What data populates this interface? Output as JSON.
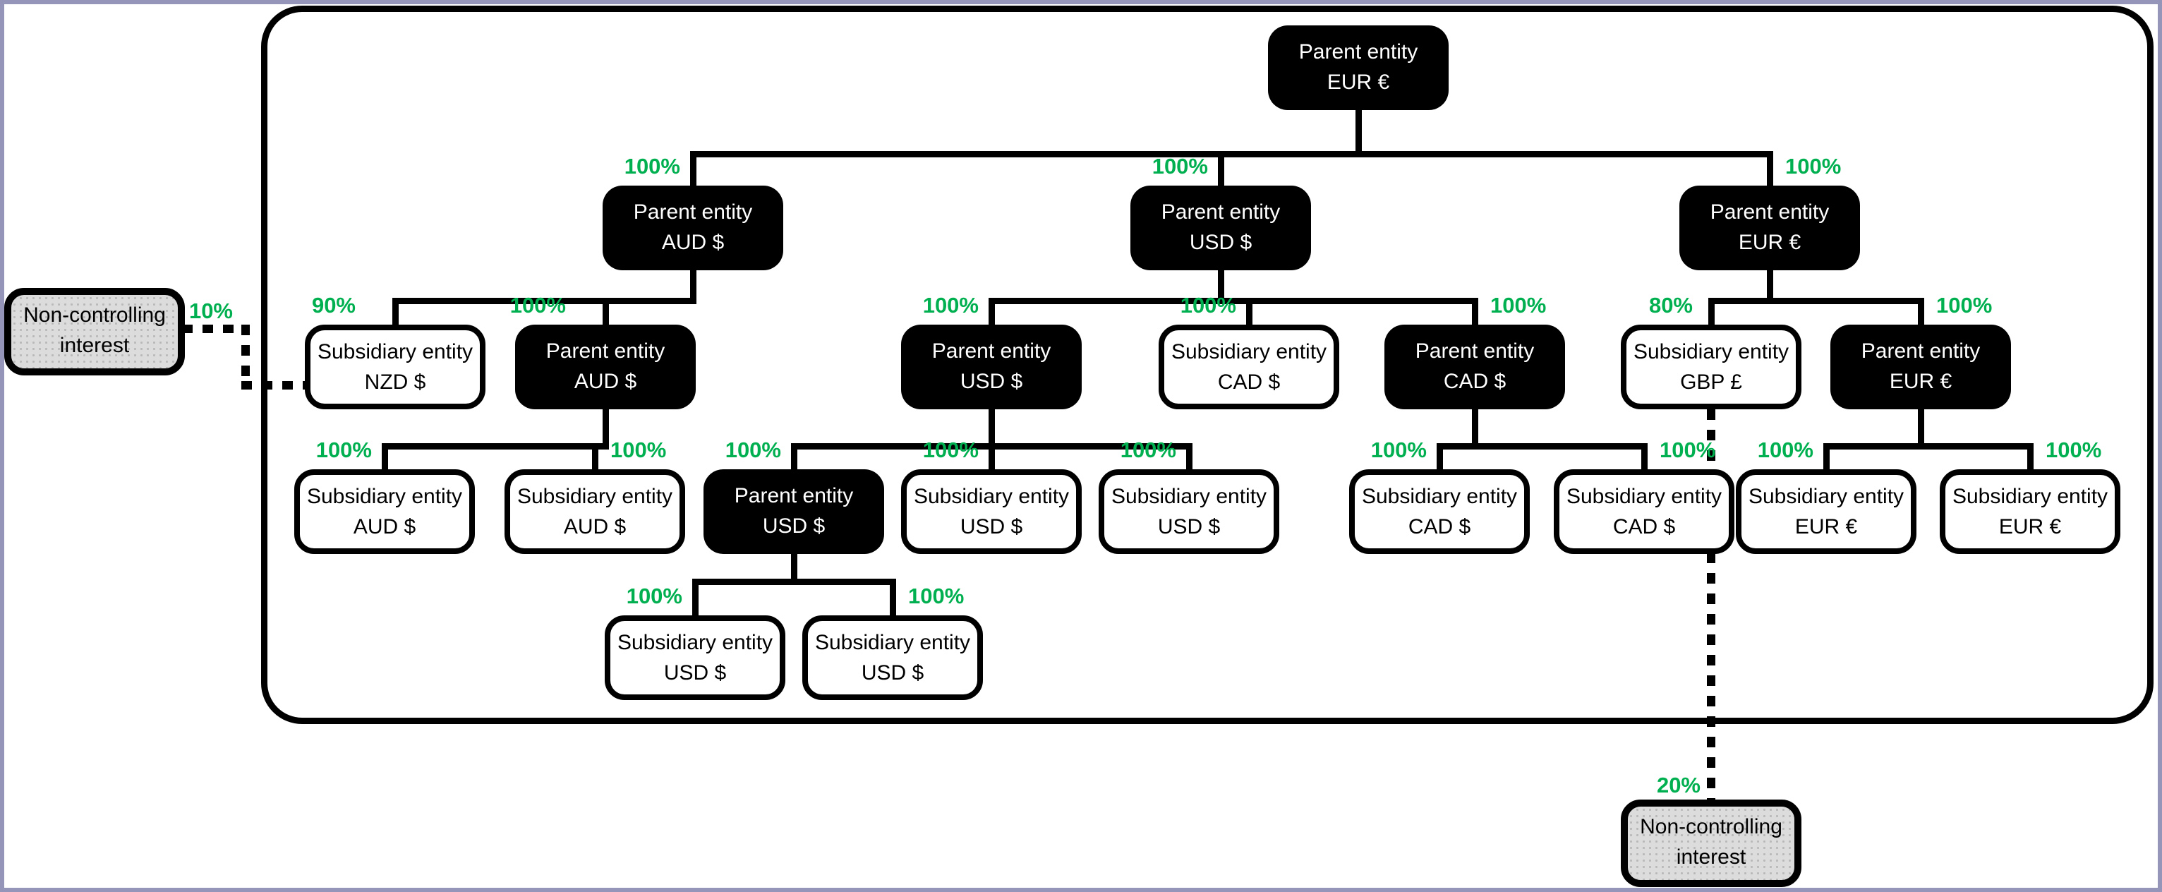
{
  "diagram": {
    "colors": {
      "percentage_green": "#00B050",
      "parent_box_fill": "#000000",
      "parent_box_text": "#FFFFFF",
      "subsidiary_box_fill": "#FFFFFF",
      "subsidiary_box_border": "#000000",
      "nci_box_fill": "#DCDCDC",
      "connector": "#000000",
      "page_edge": "#9595BA"
    },
    "nodes": [
      {
        "id": "root",
        "kind": "parent",
        "line1": "Parent entity",
        "line2": "EUR €"
      },
      {
        "id": "p_aud",
        "kind": "parent",
        "line1": "Parent entity",
        "line2": "AUD $",
        "pct": "100%"
      },
      {
        "id": "p_usd",
        "kind": "parent",
        "line1": "Parent entity",
        "line2": "USD $",
        "pct": "100%"
      },
      {
        "id": "p_eur",
        "kind": "parent",
        "line1": "Parent entity",
        "line2": "EUR €",
        "pct": "100%"
      },
      {
        "id": "s_nzd",
        "kind": "sub",
        "line1": "Subsidiary entity",
        "line2": "NZD $",
        "pct": "90%"
      },
      {
        "id": "p_aud2",
        "kind": "parent",
        "line1": "Parent entity",
        "line2": "AUD $",
        "pct": "100%"
      },
      {
        "id": "p_usd2",
        "kind": "parent",
        "line1": "Parent entity",
        "line2": "USD $",
        "pct": "100%"
      },
      {
        "id": "s_cad",
        "kind": "sub",
        "line1": "Subsidiary entity",
        "line2": "CAD $",
        "pct": "100%"
      },
      {
        "id": "p_cad2",
        "kind": "parent",
        "line1": "Parent entity",
        "line2": "CAD $",
        "pct": "100%"
      },
      {
        "id": "s_gbp",
        "kind": "sub",
        "line1": "Subsidiary entity",
        "line2": "GBP £",
        "pct": "80%"
      },
      {
        "id": "p_eur2",
        "kind": "parent",
        "line1": "Parent entity",
        "line2": "EUR €",
        "pct": "100%"
      },
      {
        "id": "s_aud_a",
        "kind": "sub",
        "line1": "Subsidiary entity",
        "line2": "AUD $",
        "pct": "100%"
      },
      {
        "id": "s_aud_b",
        "kind": "sub",
        "line1": "Subsidiary entity",
        "line2": "AUD $",
        "pct": "100%"
      },
      {
        "id": "p_usd3",
        "kind": "parent",
        "line1": "Parent entity",
        "line2": "USD $",
        "pct": "100%"
      },
      {
        "id": "s_usd_a",
        "kind": "sub",
        "line1": "Subsidiary entity",
        "line2": "USD $",
        "pct": "100%"
      },
      {
        "id": "s_usd_b",
        "kind": "sub",
        "line1": "Subsidiary entity",
        "line2": "USD $",
        "pct": "100%"
      },
      {
        "id": "s_cad_a",
        "kind": "sub",
        "line1": "Subsidiary entity",
        "line2": "CAD $",
        "pct": "100%"
      },
      {
        "id": "s_cad_b",
        "kind": "sub",
        "line1": "Subsidiary entity",
        "line2": "CAD $",
        "pct": "100%"
      },
      {
        "id": "s_eur_a",
        "kind": "sub",
        "line1": "Subsidiary entity",
        "line2": "EUR €",
        "pct": "100%"
      },
      {
        "id": "s_eur_b",
        "kind": "sub",
        "line1": "Subsidiary entity",
        "line2": "EUR €",
        "pct": "100%"
      },
      {
        "id": "s_usd_c",
        "kind": "sub",
        "line1": "Subsidiary entity",
        "line2": "USD $",
        "pct": "100%"
      },
      {
        "id": "s_usd_d",
        "kind": "sub",
        "line1": "Subsidiary entity",
        "line2": "USD $",
        "pct": "100%"
      },
      {
        "id": "nci_left",
        "kind": "nci",
        "line1": "Non-controlling",
        "line2": "interest",
        "pct": "10%"
      },
      {
        "id": "nci_bottom",
        "kind": "nci",
        "line1": "Non-controlling",
        "line2": "interest",
        "pct": "20%"
      }
    ],
    "ownership_links": [
      {
        "from": "root",
        "to": "p_aud",
        "pct": "100%"
      },
      {
        "from": "root",
        "to": "p_usd",
        "pct": "100%"
      },
      {
        "from": "root",
        "to": "p_eur",
        "pct": "100%"
      },
      {
        "from": "p_aud",
        "to": "s_nzd",
        "pct": "90%"
      },
      {
        "from": "p_aud",
        "to": "p_aud2",
        "pct": "100%"
      },
      {
        "from": "p_usd",
        "to": "p_usd2",
        "pct": "100%"
      },
      {
        "from": "p_usd",
        "to": "s_cad",
        "pct": "100%"
      },
      {
        "from": "p_usd",
        "to": "p_cad2",
        "pct": "100%"
      },
      {
        "from": "p_eur",
        "to": "s_gbp",
        "pct": "80%"
      },
      {
        "from": "p_eur",
        "to": "p_eur2",
        "pct": "100%"
      },
      {
        "from": "p_aud2",
        "to": "s_aud_a",
        "pct": "100%"
      },
      {
        "from": "p_aud2",
        "to": "s_aud_b",
        "pct": "100%"
      },
      {
        "from": "p_usd2",
        "to": "p_usd3",
        "pct": "100%"
      },
      {
        "from": "p_usd2",
        "to": "s_usd_a",
        "pct": "100%"
      },
      {
        "from": "p_usd2",
        "to": "s_usd_b",
        "pct": "100%"
      },
      {
        "from": "p_cad2",
        "to": "s_cad_a",
        "pct": "100%"
      },
      {
        "from": "p_cad2",
        "to": "s_cad_b",
        "pct": "100%"
      },
      {
        "from": "p_eur2",
        "to": "s_eur_a",
        "pct": "100%"
      },
      {
        "from": "p_eur2",
        "to": "s_eur_b",
        "pct": "100%"
      },
      {
        "from": "p_usd3",
        "to": "s_usd_c",
        "pct": "100%"
      },
      {
        "from": "p_usd3",
        "to": "s_usd_d",
        "pct": "100%"
      },
      {
        "from": "nci_left",
        "to": "s_nzd",
        "pct": "10%"
      },
      {
        "from": "nci_bottom",
        "to": "s_gbp",
        "pct": "20%"
      }
    ]
  }
}
